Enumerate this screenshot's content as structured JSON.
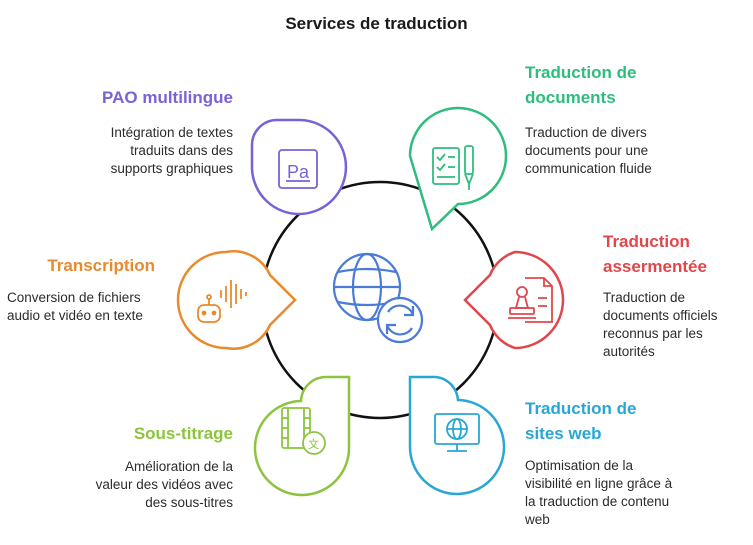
{
  "title": "Services de traduction",
  "colors": {
    "pao": "#7b61d6",
    "documents": "#2ebd7e",
    "assermentee": "#e0474c",
    "transcription": "#e88a2e",
    "sites_web": "#28a7d4",
    "sous_titrage": "#8dc43f",
    "center": "#4a7bd8"
  },
  "services": {
    "pao": {
      "title": "PAO multilingue",
      "desc": "Intégration de textes\ntraduits dans des\nsupports graphiques",
      "icon": "photoshop-icon"
    },
    "documents": {
      "title": "Traduction de\ndocuments",
      "desc": "Traduction de divers\ndocuments pour une\ncommunication fluide",
      "icon": "checklist-pen-icon"
    },
    "assermentee": {
      "title": "Traduction\nassermentée",
      "desc": "Traduction de\ndocuments officiels\nreconnus par les\nautorités",
      "icon": "stamp-document-icon"
    },
    "transcription": {
      "title": "Transcription",
      "desc": "Conversion de fichiers\naudio et vidéo en texte",
      "icon": "robot-audio-icon"
    },
    "sites_web": {
      "title": "Traduction de\nsites web",
      "desc": "Optimisation de la\nvisibilité en ligne grâce à\nla traduction de contenu\nweb",
      "icon": "globe-monitor-icon"
    },
    "sous_titrage": {
      "title": "Sous-titrage",
      "desc": "Amélioration de la\nvaleur des vidéos avec\ndes sous-titres",
      "icon": "film-translate-icon"
    }
  },
  "center_icon": "globe-refresh-icon"
}
